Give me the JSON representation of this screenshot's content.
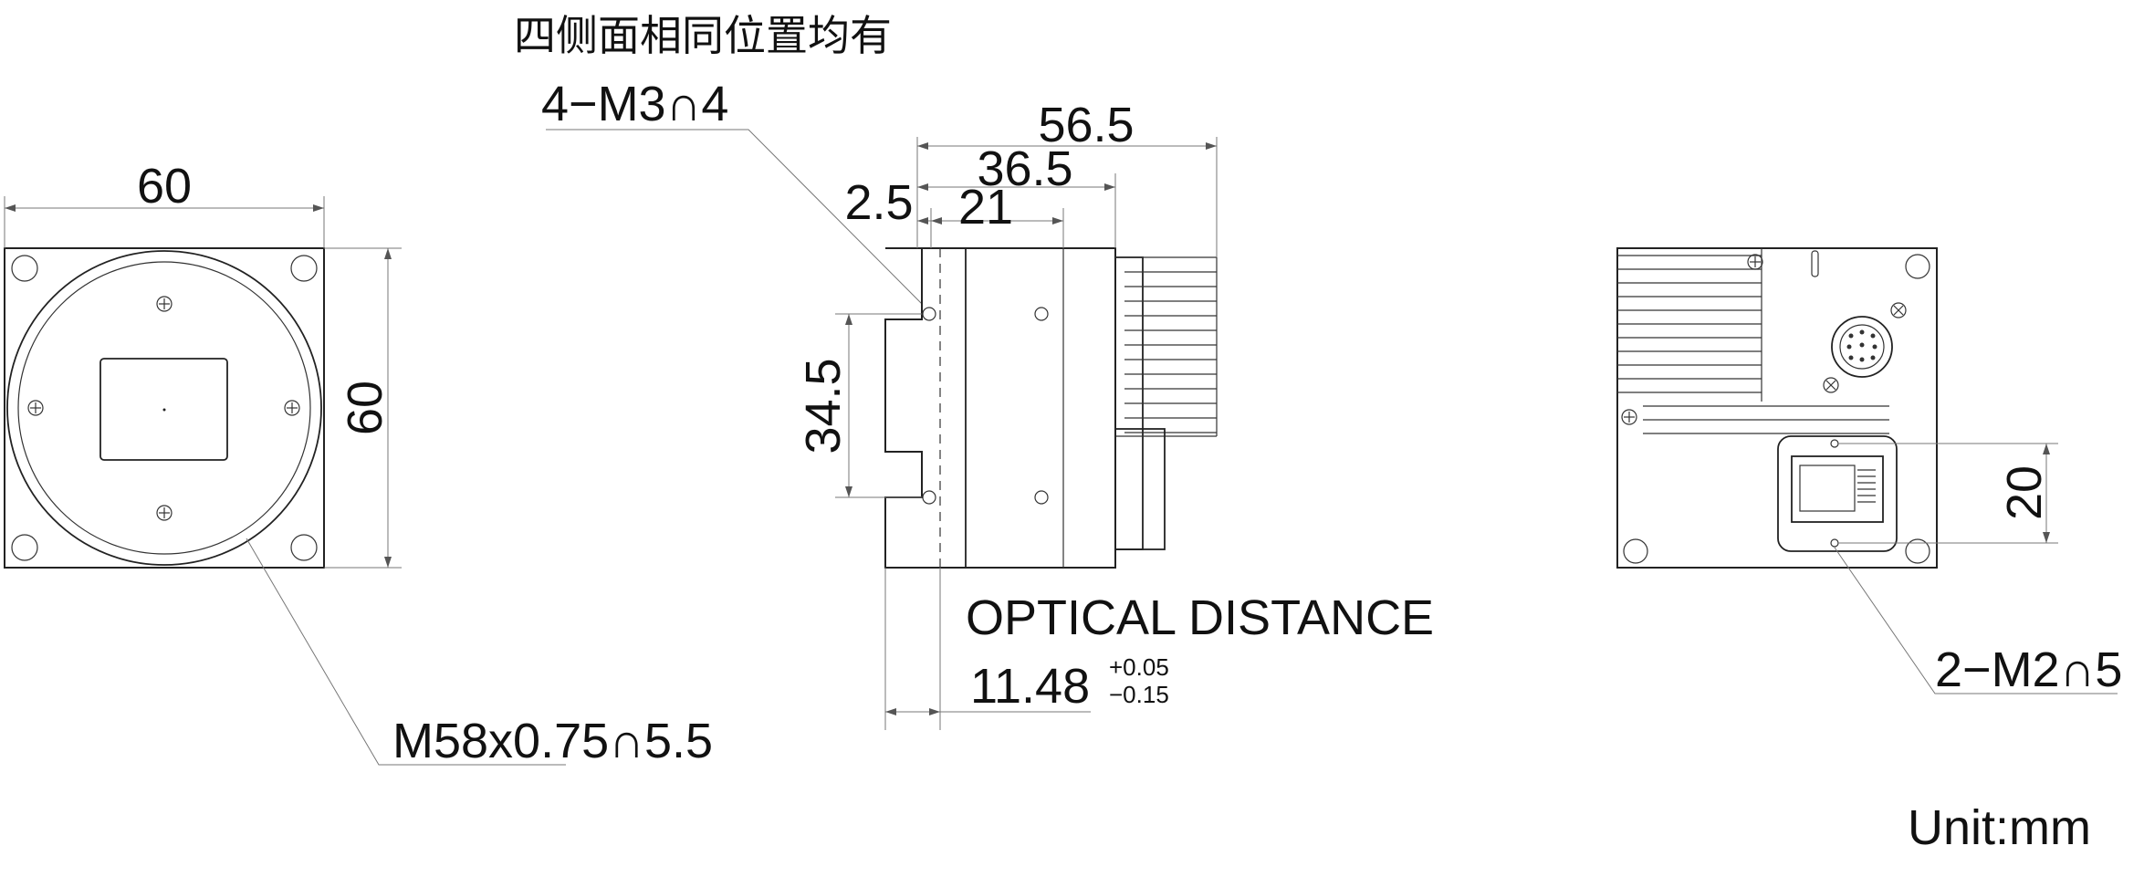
{
  "front_view": {
    "width_label": "60",
    "height_label": "60",
    "thread_callout": "M58x0.75∩5.5"
  },
  "side_view": {
    "note_line1": "四侧面相同位置均有",
    "note_line2": "4−M3∩4",
    "dim_total": "56.5",
    "dim_36": "36.5",
    "dim_25": "2.5",
    "dim_21": "21",
    "dim_345": "34.5",
    "optical_label": "OPTICAL DISTANCE",
    "optical_value": "11.48",
    "tol_plus": "+0.05",
    "tol_minus": "−0.15"
  },
  "rear_view": {
    "dim_20": "20",
    "callout": "2−M2∩5"
  },
  "unit_label": "Unit:mm"
}
